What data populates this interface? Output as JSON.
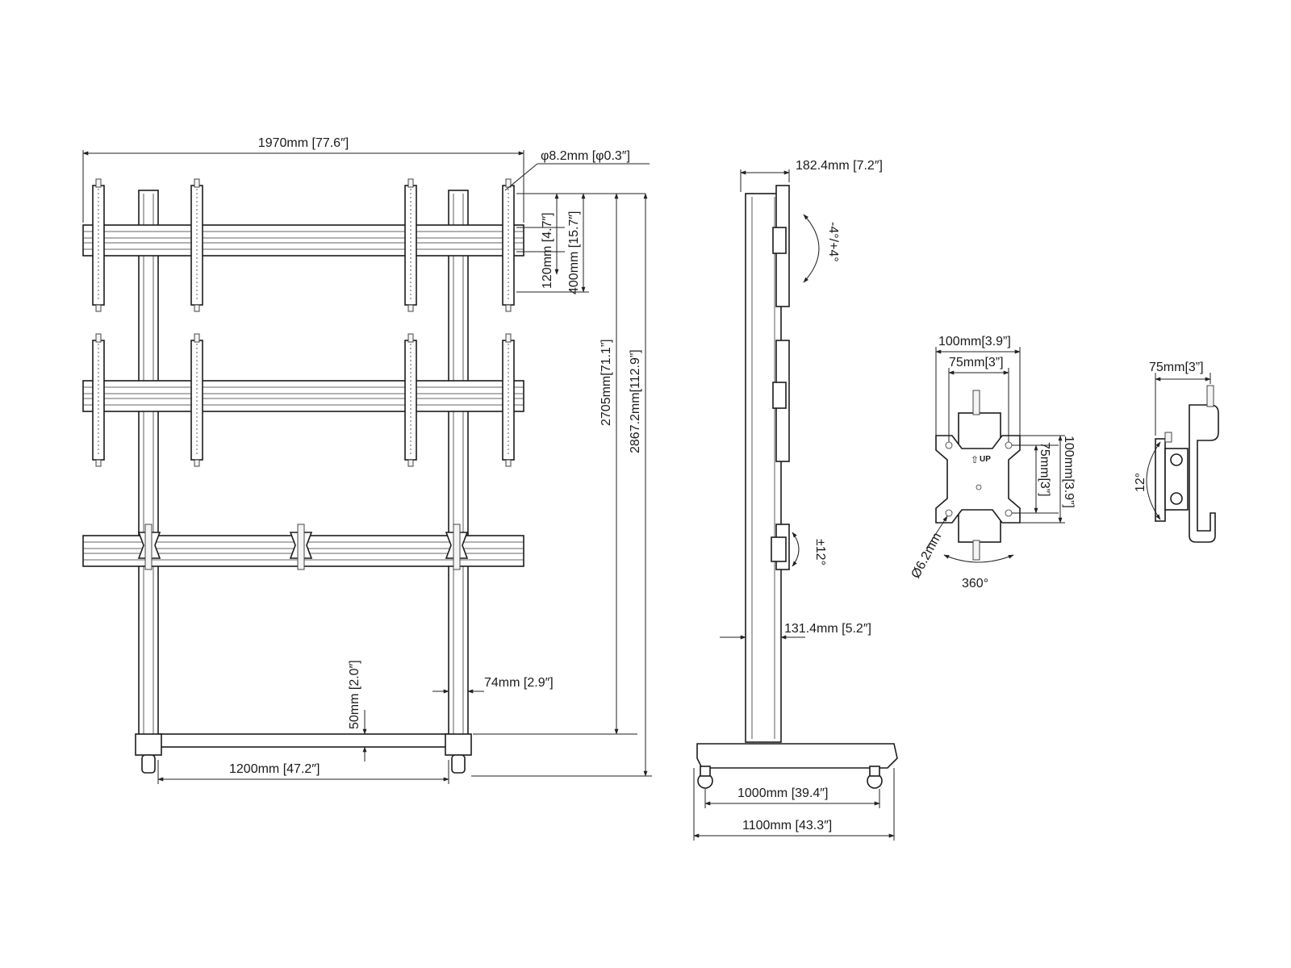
{
  "front_view": {
    "overall_width": "1970mm [77.6″]",
    "hole_diameter": "φ8.2mm [φ0.3″]",
    "rail_spacing": "120mm [4.7″]",
    "bracket_length": "400mm [15.7″]",
    "pole_height": "2705mm[71.1”]",
    "overall_height": "2867.2mm[112.9”]",
    "pole_width": "74mm [2.9″]",
    "ground_clearance": "50mm [2.0″]",
    "pole_spacing": "1200mm [47.2″]"
  },
  "side_view": {
    "top_depth": "182.4mm [7.2″]",
    "tilt_range": "-4°/+4°",
    "swivel_range": "±12°",
    "pole_depth": "131.4mm [5.2″]",
    "wheelbase": "1000mm [39.4″]",
    "base_length": "1100mm [43.3″]"
  },
  "vesa_detail": {
    "outer_width": "100mm[3.9”]",
    "inner_width": "75mm[3”]",
    "inner_height": "75mm[3”]",
    "outer_height": "100mm[3.9”]",
    "hole": "Ø6.2mm",
    "rotation": "360°",
    "up_mark": "UP"
  },
  "tilt_detail": {
    "offset": "75mm[3”]",
    "tilt": "12°"
  }
}
